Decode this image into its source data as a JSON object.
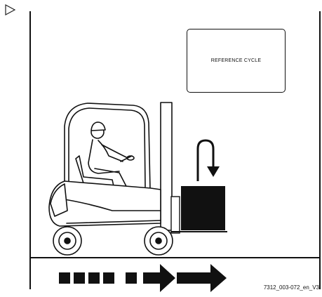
{
  "reference_box": {
    "label": "REFERENCE CYCLE"
  },
  "figure_code": "7312_003-072_en_V3",
  "icons": {
    "play_marker": "play-triangle-outline",
    "arrow_up_down": "u-turn-down-arrow",
    "travel_direction": "dashed-right-arrow"
  },
  "colors": {
    "ink": "#111111",
    "paper": "#ffffff"
  }
}
